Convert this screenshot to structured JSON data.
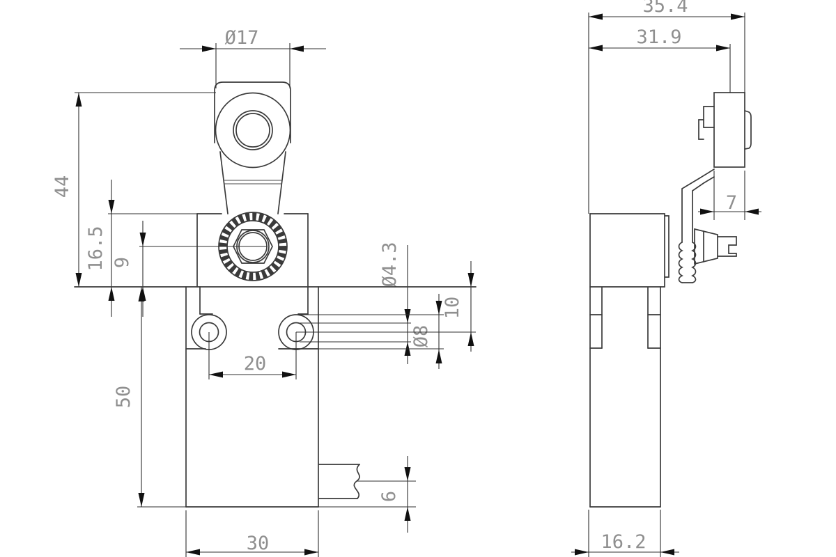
{
  "front": {
    "roller_diameter": "Ø17",
    "lever_height": "44",
    "head_height": "16.5",
    "knob_center_offset": "9",
    "body_height": "50",
    "hole_spacing": "20",
    "body_width": "30",
    "hole_diameter": "Ø4.3",
    "boss_diameter": "Ø8",
    "hole_top_offset": "10",
    "tab_offset": "6"
  },
  "side": {
    "total_depth": "35.4",
    "roller_center_depth": "31.9",
    "roller_width": "7",
    "body_depth": "16.2"
  }
}
